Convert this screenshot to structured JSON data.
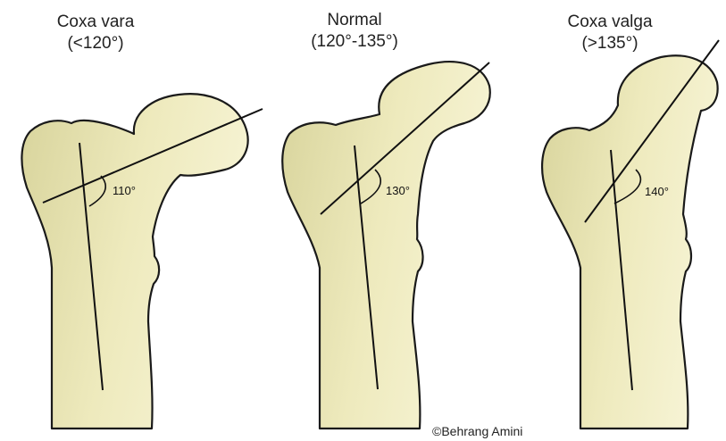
{
  "panels": [
    {
      "title_line1": "Coxa vara",
      "title_line2": "(<120°)",
      "angle_label": "110°"
    },
    {
      "title_line1": "Normal",
      "title_line2": "(120°-135°)",
      "angle_label": "130°"
    },
    {
      "title_line1": "Coxa valga",
      "title_line2": "(>135°)",
      "angle_label": "140°"
    }
  ],
  "credit": "©Behrang Amini",
  "colors": {
    "bone_fill": "#e6e2ad",
    "bone_highlight": "#f4f1cf",
    "outline": "#1a1a1a"
  }
}
